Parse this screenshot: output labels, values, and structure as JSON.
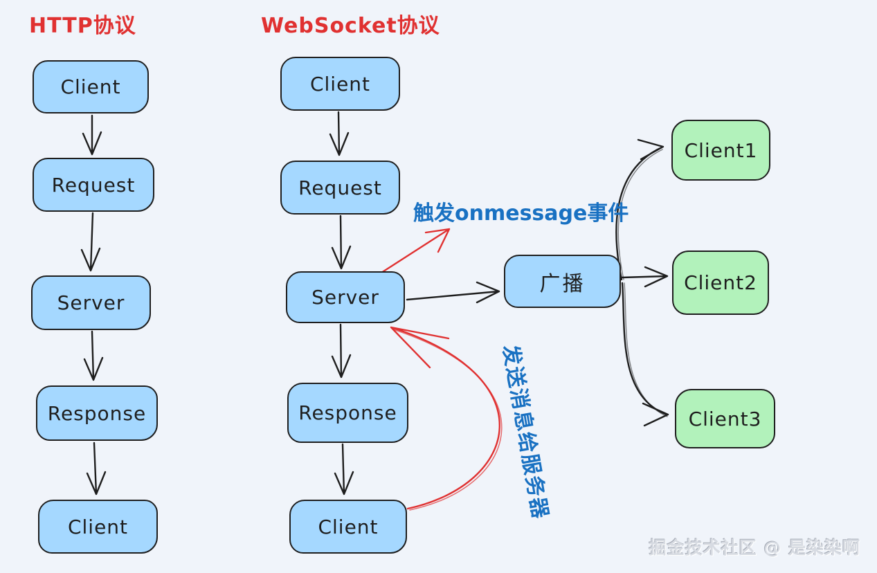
{
  "titles": {
    "http": "HTTP协议",
    "websocket": "WebSocket协议"
  },
  "http_flow": [
    "Client",
    "Request",
    "Server",
    "Response",
    "Client"
  ],
  "ws_flow": [
    "Client",
    "Request",
    "Server",
    "Response",
    "Client"
  ],
  "broadcast": {
    "label": "广播"
  },
  "broadcast_targets": [
    "Client1",
    "Client2",
    "Client3"
  ],
  "annotations": {
    "onmessage": "触发onmessage事件",
    "send_to_server": "发送消息给服务器"
  },
  "watermark": "掘金技术社区 @ 是染染啊",
  "colors": {
    "background": "#f0f4fa",
    "node_blue_fill": "#a5d8ff",
    "node_green_fill": "#b2f2bb",
    "stroke": "#1e1e1e",
    "arrow_red": "#e03131",
    "annotation_blue": "#1971c2",
    "title_red": "#e03131"
  }
}
